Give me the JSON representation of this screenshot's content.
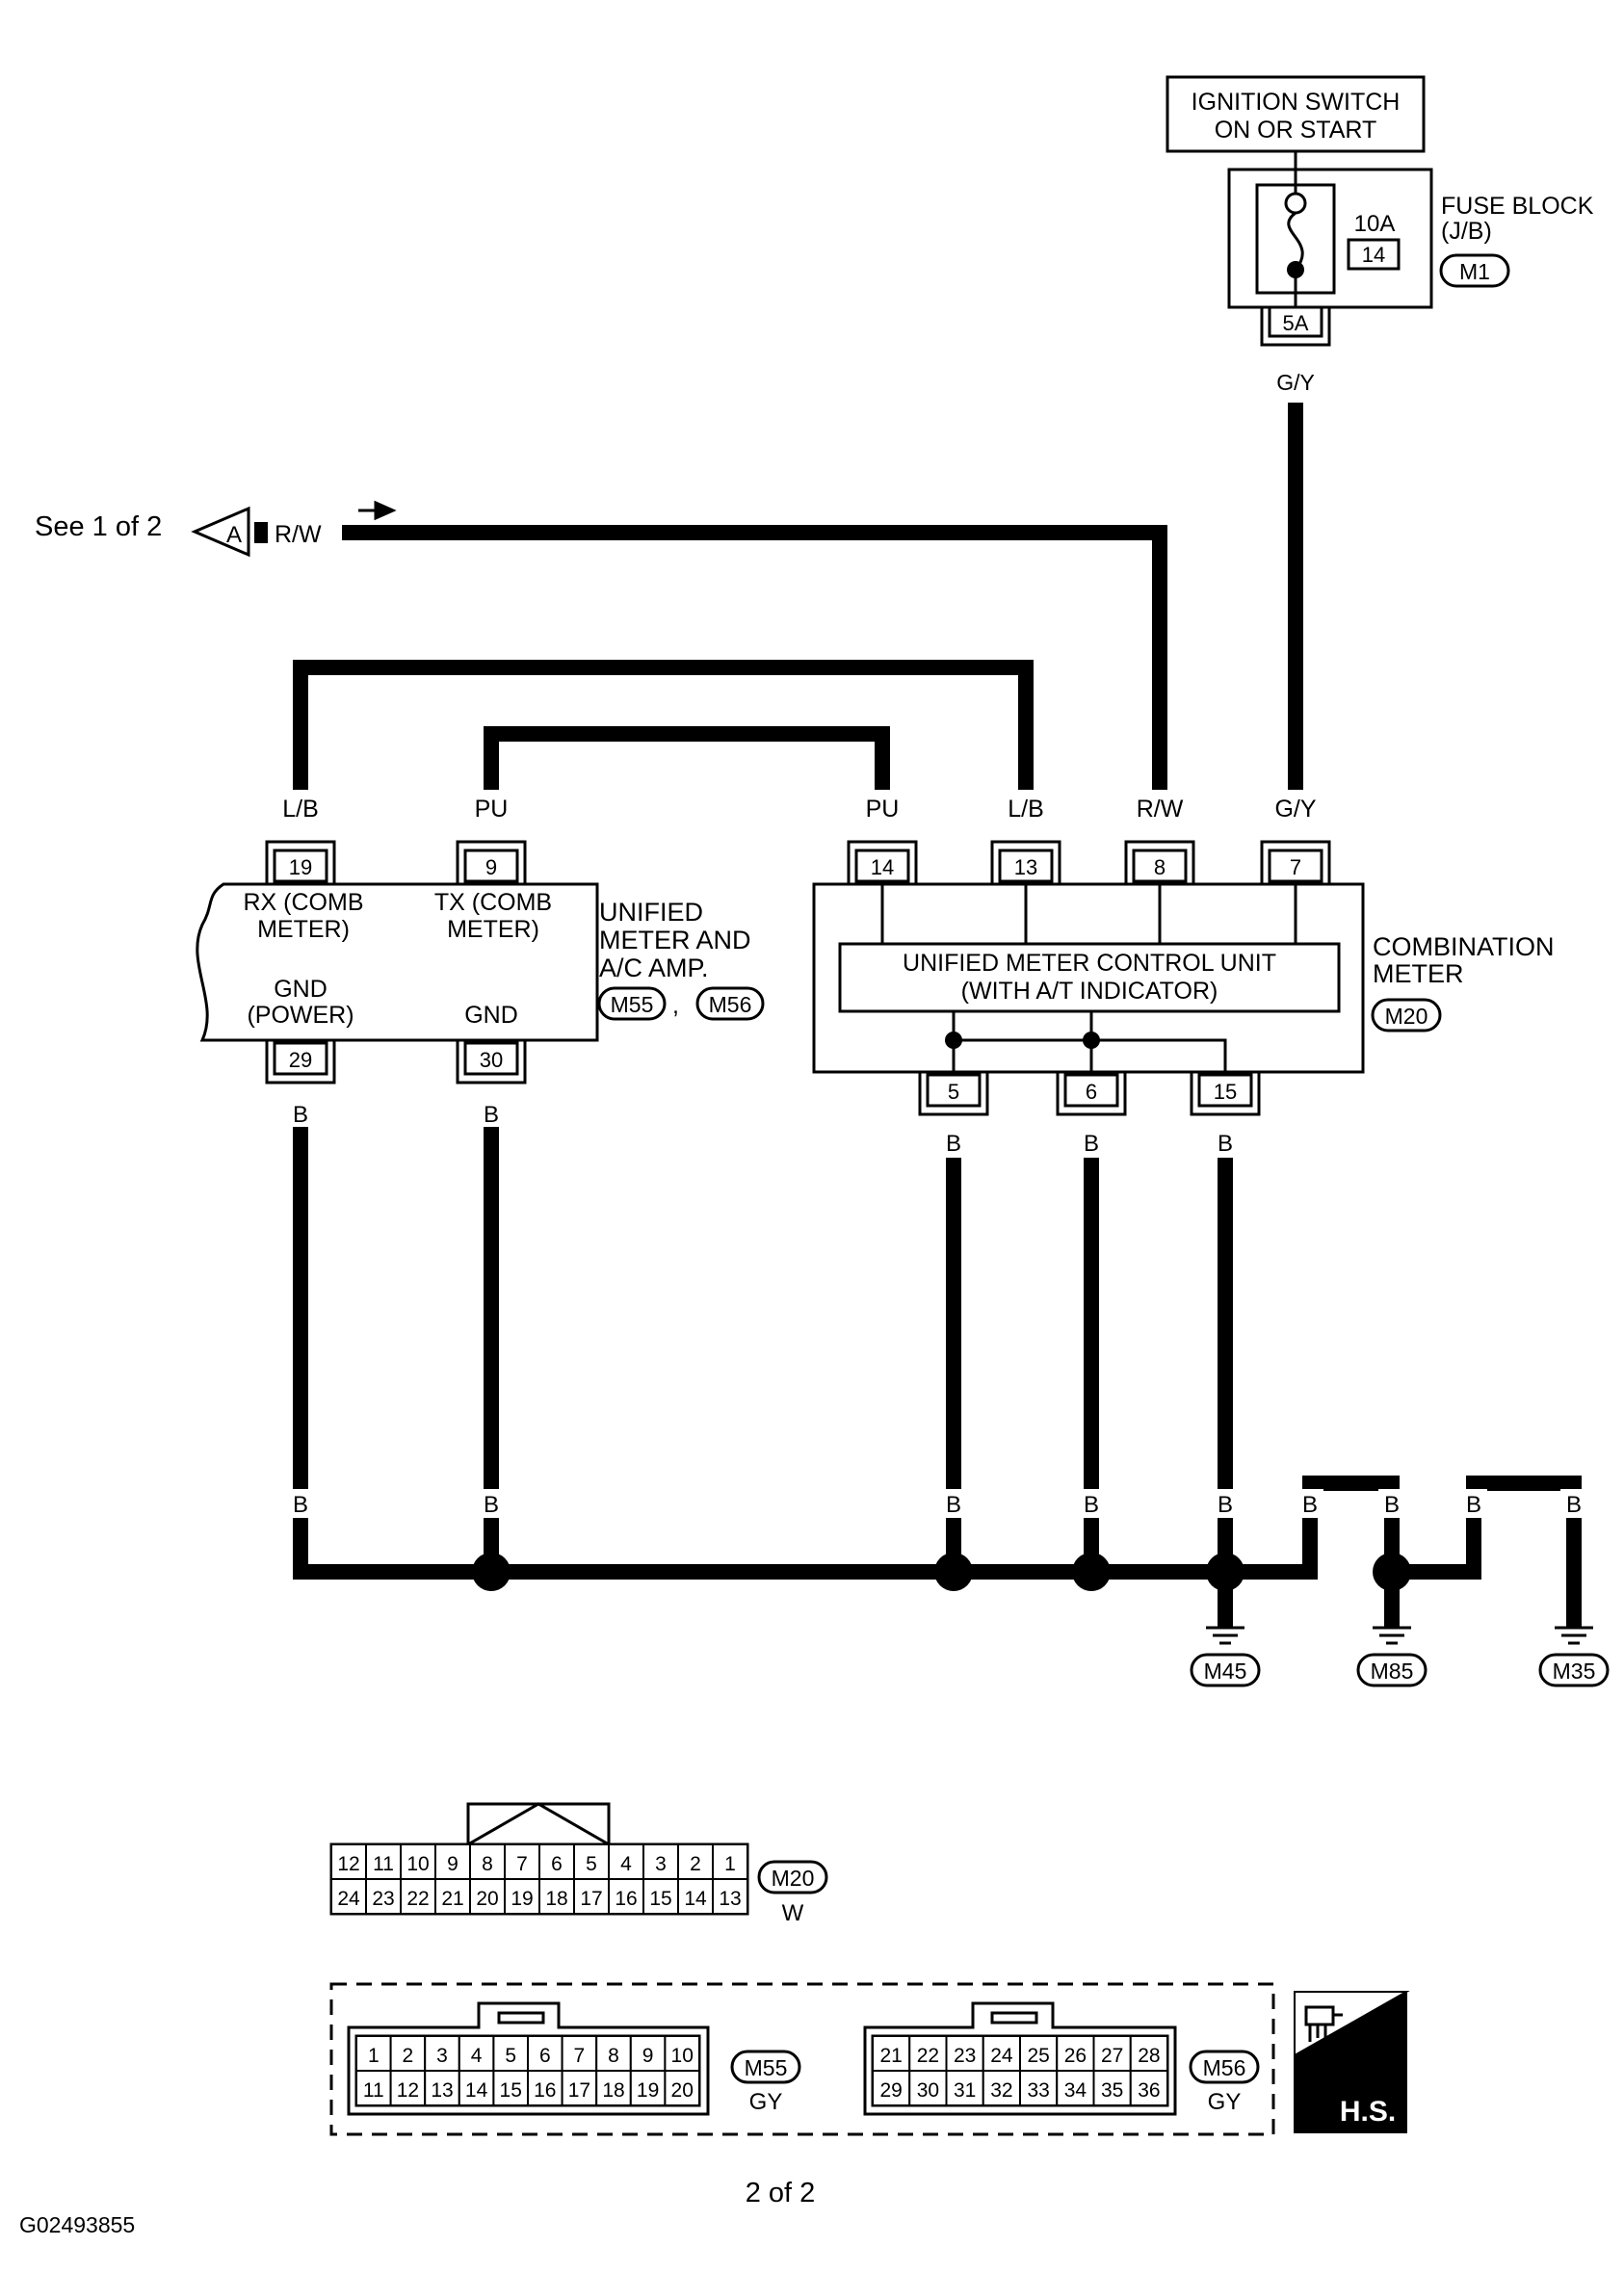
{
  "ignition": {
    "line1": "IGNITION SWITCH",
    "line2": "ON OR START"
  },
  "fuse": {
    "amp": "10A",
    "num": "14",
    "label1": "FUSE BLOCK",
    "label2": "(J/B)",
    "conn": "M1",
    "term": "5A"
  },
  "offpage": {
    "text": "See 1 of 2",
    "marker": "A",
    "wire": "R/W"
  },
  "unified_amp": {
    "label": [
      "UNIFIED",
      "METER AND",
      "A/C AMP."
    ],
    "conn1": "M55",
    "conn2": "M56",
    "sep": ",",
    "rx1": "RX (COMB",
    "rx2": "METER)",
    "tx1": "TX (COMB",
    "tx2": "METER)",
    "gndp1": "GND",
    "gndp2": "(POWER)",
    "gnd": "GND",
    "pins": {
      "rx": "19",
      "tx": "9",
      "gndp": "29",
      "gnd": "30"
    }
  },
  "combo_meter": {
    "label1": "COMBINATION",
    "label2": "METER",
    "conn": "M20",
    "unit1": "UNIFIED METER CONTROL UNIT",
    "unit2": "(WITH A/T INDICATOR)",
    "pins": {
      "p14": "14",
      "p13": "13",
      "p8": "8",
      "p7": "7",
      "p5": "5",
      "p6": "6",
      "p15": "15"
    }
  },
  "wires": {
    "lb": "L/B",
    "pu": "PU",
    "rw": "R/W",
    "gy": "G/Y",
    "b": "B"
  },
  "grounds": {
    "g1": "M45",
    "g2": "M85",
    "g3": "M35"
  },
  "connectors": {
    "m20": {
      "name": "M20",
      "color": "W",
      "row1": [
        "12",
        "11",
        "10",
        "9",
        "8",
        "7",
        "6",
        "5",
        "4",
        "3",
        "2",
        "1"
      ],
      "row2": [
        "24",
        "23",
        "22",
        "21",
        "20",
        "19",
        "18",
        "17",
        "16",
        "15",
        "14",
        "13"
      ]
    },
    "m55": {
      "name": "M55",
      "color": "GY",
      "row1": [
        "1",
        "2",
        "3",
        "4",
        "5",
        "6",
        "7",
        "8",
        "9",
        "10"
      ],
      "row2": [
        "11",
        "12",
        "13",
        "14",
        "15",
        "16",
        "17",
        "18",
        "19",
        "20"
      ]
    },
    "m56": {
      "name": "M56",
      "color": "GY",
      "row1": [
        "21",
        "22",
        "23",
        "24",
        "25",
        "26",
        "27",
        "28"
      ],
      "row2": [
        "29",
        "30",
        "31",
        "32",
        "33",
        "34",
        "35",
        "36"
      ]
    },
    "hs_badge": "H.S."
  },
  "footer": {
    "page": "2 of 2",
    "code": "G02493855"
  }
}
